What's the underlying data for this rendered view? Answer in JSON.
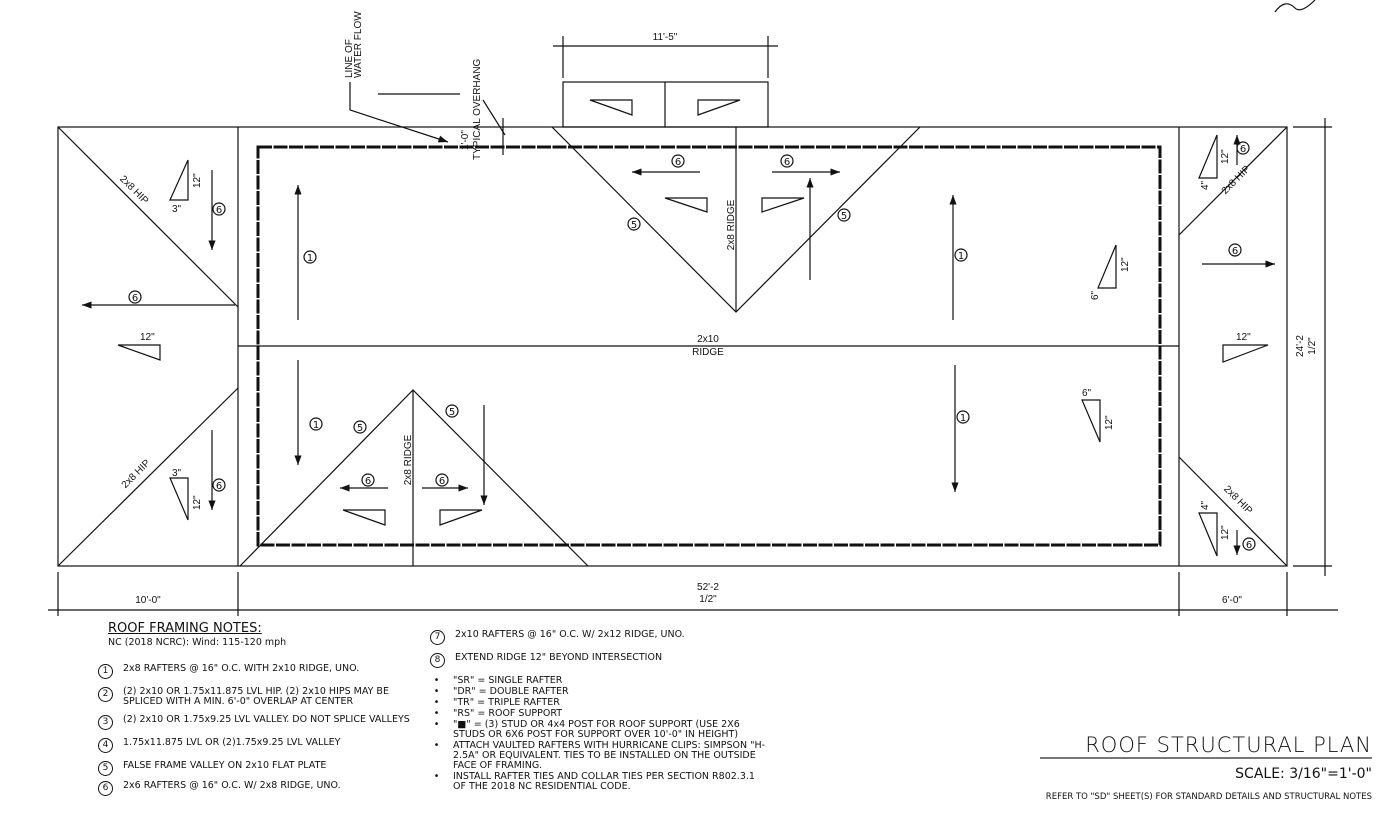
{
  "drawing": {
    "dims": {
      "top": "11'-5\"",
      "left_bottom": "10'-0\"",
      "center_bottom_a": "52'-2",
      "center_bottom_b": "1/2\"",
      "right_bottom": "6'-0\"",
      "right_a": "24'-2",
      "right_b": "1/2\""
    },
    "labels": {
      "line_of_a": "LINE OF",
      "line_of_b": "WATER FLOW",
      "overhang_a": "1'-0\"",
      "overhang_b": "TYPICAL OVERHANG",
      "main_ridge_a": "2x10",
      "main_ridge_b": "RIDGE",
      "top_ridge": "2x8 RIDGE",
      "bottom_ridge": "2x8 RIDGE",
      "hip": "2x8 HIP"
    },
    "marks": {
      "one": "1",
      "five": "5",
      "six": "6"
    },
    "slopes": {
      "twelve": "12\"",
      "three": "3\"",
      "four": "4\"",
      "six": "6\""
    }
  },
  "notes": {
    "title": "ROOF FRAMING NOTES:",
    "subtitle": "NC (2018 NCRC): Wind: 115-120 mph",
    "numbered": [
      {
        "n": "1",
        "text": "2x8 RAFTERS @ 16\" O.C. WITH 2x10 RIDGE, UNO."
      },
      {
        "n": "2",
        "text": "(2) 2x10 OR 1.75x11.875 LVL HIP. (2) 2x10 HIPS MAY BE SPLICED WITH A MIN. 6'-0\" OVERLAP AT CENTER"
      },
      {
        "n": "3",
        "text": "(2) 2x10 OR 1.75x9.25 LVL VALLEY. DO NOT SPLICE VALLEYS"
      },
      {
        "n": "4",
        "text": "1.75x11.875 LVL OR (2)1.75x9.25 LVL VALLEY"
      },
      {
        "n": "5",
        "text": "FALSE FRAME VALLEY ON 2x10 FLAT PLATE"
      },
      {
        "n": "6",
        "text": "2x6 RAFTERS @ 16\" O.C. W/ 2x8 RIDGE, UNO."
      },
      {
        "n": "7",
        "text": "2x10 RAFTERS @ 16\" O.C. W/ 2x12 RIDGE, UNO."
      },
      {
        "n": "8",
        "text": "EXTEND RIDGE 12\" BEYOND INTERSECTION"
      }
    ],
    "bullets": [
      "\"SR\" = SINGLE RAFTER",
      "\"DR\" = DOUBLE RAFTER",
      "\"TR\" = TRIPLE RAFTER",
      "\"RS\" = ROOF SUPPORT",
      "\"■\" = (3) STUD OR 4x4 POST FOR ROOF SUPPORT (USE 2X6 STUDS OR 6X6 POST FOR SUPPORT OVER 10'-0\" IN HEIGHT)",
      "ATTACH VAULTED RAFTERS WITH HURRICANE CLIPS: SIMPSON \"H-2.5A\" OR EQUIVALENT. TIES TO BE INSTALLED ON THE OUTSIDE FACE OF FRAMING.",
      "INSTALL RAFTER TIES AND COLLAR TIES PER SECTION R802.3.1 OF THE 2018 NC RESIDENTIAL CODE."
    ]
  },
  "title_block": {
    "title": "ROOF STRUCTURAL PLAN",
    "scale": "SCALE: 3/16\"=1'-0\"",
    "refer": "REFER TO \"SD\" SHEET(S) FOR STANDARD DETAILS AND STRUCTURAL NOTES"
  }
}
